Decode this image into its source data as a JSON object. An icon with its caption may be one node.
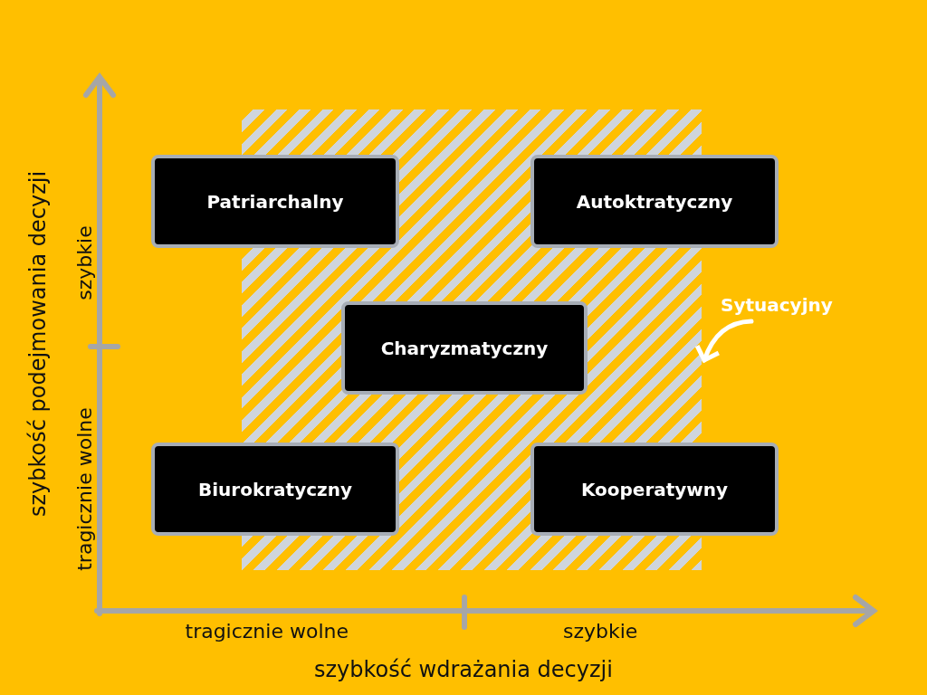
{
  "diagram": {
    "nodes": [
      {
        "text": [],
        "shape": "box"
      },
      {
        "text": [
          "Patriarchalny"
        ]
      },
      {
        "text": [
          "Autoktratyczny"
        ]
      },
      {
        "text": [
          "Charyzmatyczny"
        ],
        "in": 0
      },
      {
        "text": [
          "Biurokratyczny"
        ]
      },
      {
        "text": [
          "Kooperatywny"
        ]
      },
      {
        "text": [
          "Sytuacyjny"
        ]
      }
    ],
    "edges": [
      {
        "from": 6,
        "to": 0,
        "arrow": "to"
      }
    ],
    "labels": [
      "szybkie",
      "tragicznie wolne",
      "szybkość podejmowania decyzji",
      "tragicznie wolne",
      "szybkie",
      "szybkość wdrażania decyzji"
    ]
  }
}
